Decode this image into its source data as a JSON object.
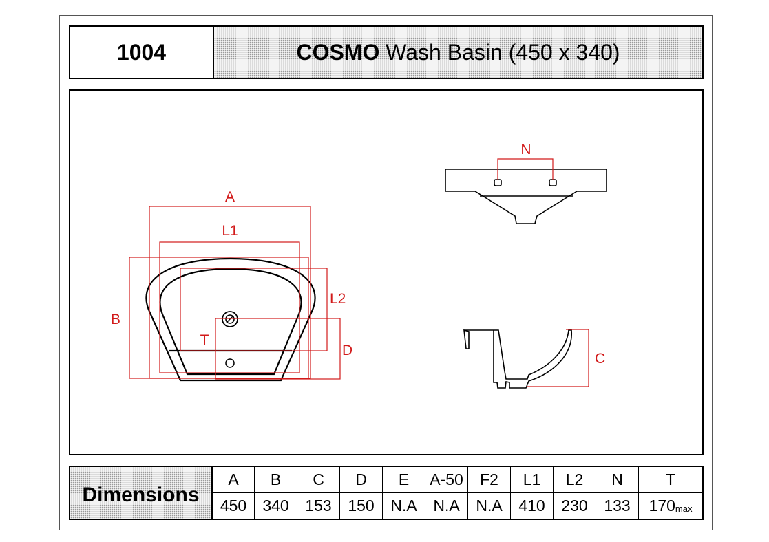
{
  "header": {
    "model_code": "1004",
    "product_name": "COSMO",
    "product_description": "Wash Basin (450 x 340)"
  },
  "drawing": {
    "labels": {
      "A": "A",
      "L1": "L1",
      "L2": "L2",
      "B": "B",
      "T": "T",
      "D": "D",
      "N": "N",
      "C": "C"
    },
    "colors": {
      "dimension": "#d21a1a",
      "outline": "#000000"
    }
  },
  "dimensions": {
    "title": "Dimensions",
    "headers": [
      "A",
      "B",
      "C",
      "D",
      "E",
      "A-50",
      "F2",
      "L1",
      "L2",
      "N",
      "T"
    ],
    "values": [
      "450",
      "340",
      "153",
      "150",
      "N.A",
      "N.A",
      "N.A",
      "410",
      "230",
      "133",
      "170"
    ],
    "t_suffix": "max"
  }
}
